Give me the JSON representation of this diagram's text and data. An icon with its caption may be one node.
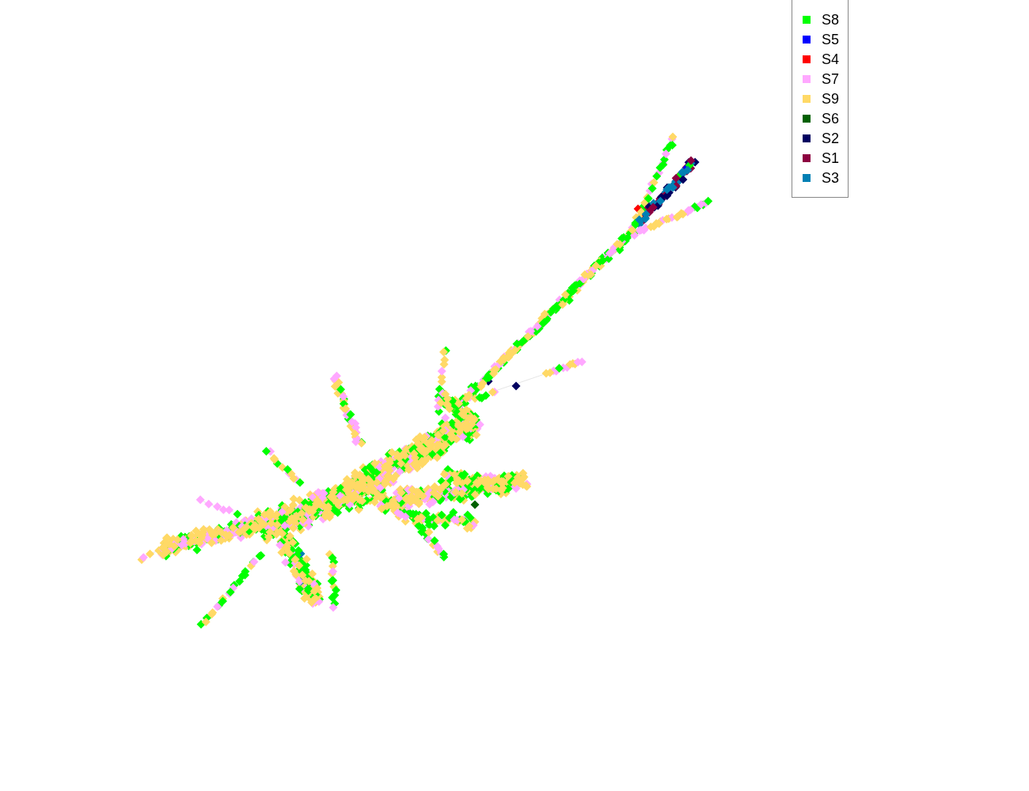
{
  "diagram": {
    "legend": [
      {
        "text": "S8",
        "color": "#00ff00"
      },
      {
        "text": "S5",
        "color": "#0000ff"
      },
      {
        "text": "S4",
        "color": "#ff0000"
      },
      {
        "text": "S7",
        "color": "#ffa8ff"
      },
      {
        "text": "S9",
        "color": "#ffd966"
      },
      {
        "text": "S6",
        "color": "#006000"
      },
      {
        "text": "S2",
        "color": "#000060"
      },
      {
        "text": "S1",
        "color": "#8c0040"
      },
      {
        "text": "S3",
        "color": "#0080b4"
      }
    ]
  }
}
